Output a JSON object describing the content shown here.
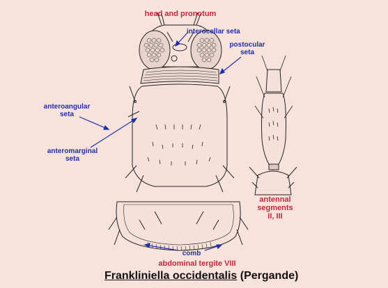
{
  "labels": {
    "head_and_pronotum": "head and pronotum",
    "interocellar_seta": "interocellar seta",
    "postocular_seta": [
      "postocular",
      "seta"
    ],
    "anteroangular_seta": [
      "anteroangular",
      "seta"
    ],
    "anteromarginal_seta": [
      "anteromarginal",
      "seta"
    ],
    "antennal_segments": [
      "antennal",
      "segments",
      "II, III"
    ],
    "comb": "comb",
    "abdominal_tergite": "abdominal tergite VIII"
  },
  "caption": {
    "species": "Frankliniella occidentalis",
    "author": "(Pergande)"
  },
  "colors": {
    "background": "#f8e2dc",
    "pointer_blue": "#1f2fa6",
    "title_red": "#c0283c",
    "ink": "#222222"
  }
}
